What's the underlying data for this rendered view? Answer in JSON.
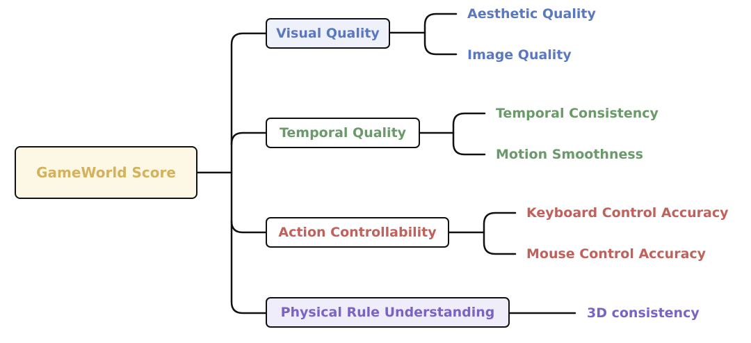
{
  "root": {
    "label": "GameWorld Score",
    "fill": "#fdf7e6",
    "text_color": "#d4b25c"
  },
  "categories": [
    {
      "label": "Visual Quality",
      "fill": "#eef1fa",
      "text_color": "#5a78c0",
      "children": [
        "Aesthetic Quality",
        "Image Quality"
      ]
    },
    {
      "label": "Temporal Quality",
      "fill": "#ffffff",
      "text_color": "#6a9a69",
      "children": [
        "Temporal Consistency",
        "Motion Smoothness"
      ]
    },
    {
      "label": "Action Controllability",
      "fill": "#ffffff",
      "text_color": "#c0615b",
      "children": [
        "Keyboard Control Accuracy",
        "Mouse Control Accuracy"
      ]
    },
    {
      "label": "Physical Rule Understanding",
      "fill": "#eeedf9",
      "text_color": "#7b63c6",
      "children": [
        "3D consistency"
      ]
    }
  ]
}
